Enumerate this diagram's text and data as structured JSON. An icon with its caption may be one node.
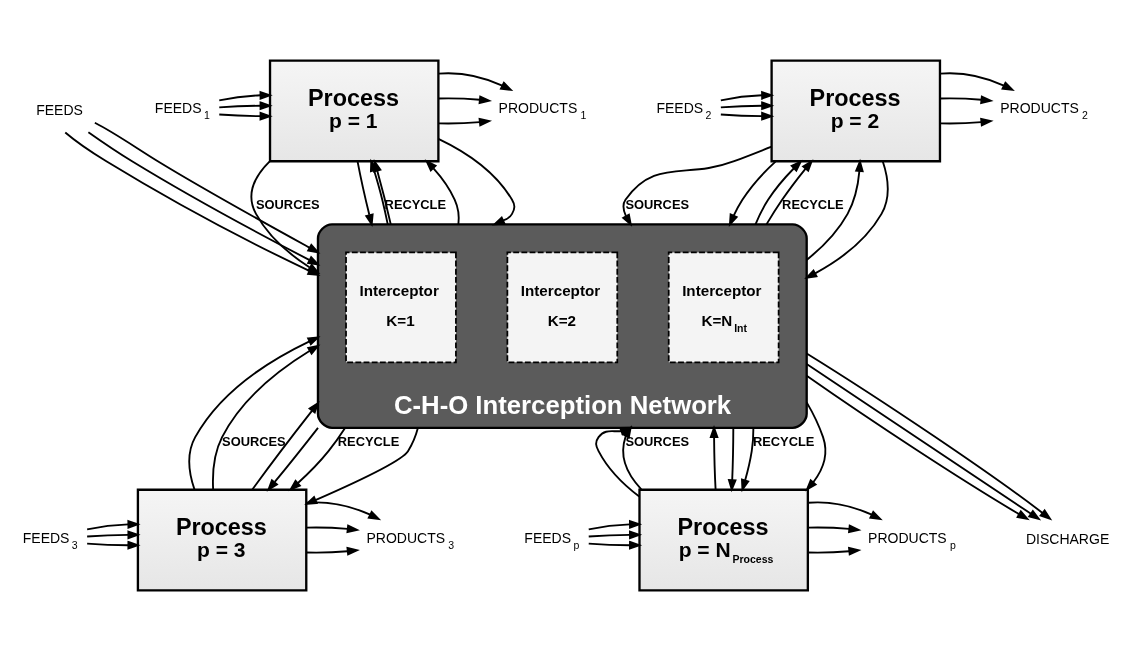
{
  "diagram": {
    "nodes": [
      {
        "text": [
          "Process",
          "p = 1"
        ]
      },
      {
        "text": [
          "FEEDS$_{1}$"
        ]
      },
      {
        "text": [
          "PRODUCTS$_{1}$"
        ]
      },
      {
        "text": [
          "Process",
          "p = 2"
        ]
      },
      {
        "text": [
          "FEEDS$_{2}$"
        ]
      },
      {
        "text": [
          "PRODUCTS$_{2}$"
        ]
      },
      {
        "text": [
          "C-H-O Interception Network"
        ]
      },
      {
        "text": [
          "Interceptor",
          "K=1"
        ],
        "in": 6
      },
      {
        "text": [
          "Interceptor",
          "K=2"
        ],
        "in": 6
      },
      {
        "text": [
          "Interceptor",
          "K=N$_{Int}$"
        ],
        "in": 6
      },
      {
        "text": [
          "FEEDS"
        ]
      },
      {
        "text": [
          "DISCHARGE"
        ]
      },
      {
        "text": [
          "Process",
          "p = 3"
        ]
      },
      {
        "text": [
          "FEEDS$_{3}$"
        ]
      },
      {
        "text": [
          "PRODUCTS$_{3}$"
        ]
      },
      {
        "text": [
          "Process",
          "p = N$_{Process}$"
        ]
      },
      {
        "text": [
          "FEEDS$_{p}$"
        ]
      },
      {
        "text": [
          "PRODUCTS$_{p}$"
        ]
      }
    ],
    "edges": [
      {
        "from": 1,
        "to": 0,
        "arrow": "to"
      },
      {
        "from": 1,
        "to": 0,
        "arrow": "to"
      },
      {
        "from": 1,
        "to": 0,
        "arrow": "to"
      },
      {
        "from": 0,
        "to": 2,
        "arrow": "to"
      },
      {
        "from": 0,
        "to": 2,
        "arrow": "to"
      },
      {
        "from": 0,
        "to": 2,
        "arrow": "to"
      },
      {
        "from": 0,
        "to": 6,
        "arrow": "to"
      },
      {
        "from": 0,
        "to": 6,
        "arrow": "to",
        "label": "SOURCES"
      },
      {
        "from": 0,
        "to": 6,
        "arrow": "to"
      },
      {
        "from": 6,
        "to": 0,
        "arrow": "to"
      },
      {
        "from": 6,
        "to": 0,
        "arrow": "to",
        "label": "RECYCLE"
      },
      {
        "from": 6,
        "to": 0,
        "arrow": "to"
      },
      {
        "from": 4,
        "to": 3,
        "arrow": "to"
      },
      {
        "from": 4,
        "to": 3,
        "arrow": "to"
      },
      {
        "from": 4,
        "to": 3,
        "arrow": "to"
      },
      {
        "from": 3,
        "to": 5,
        "arrow": "to"
      },
      {
        "from": 3,
        "to": 5,
        "arrow": "to"
      },
      {
        "from": 3,
        "to": 5,
        "arrow": "to"
      },
      {
        "from": 3,
        "to": 6,
        "arrow": "to"
      },
      {
        "from": 3,
        "to": 6,
        "arrow": "to",
        "label": "SOURCES"
      },
      {
        "from": 3,
        "to": 6,
        "arrow": "to"
      },
      {
        "from": 6,
        "to": 3,
        "arrow": "to"
      },
      {
        "from": 6,
        "to": 3,
        "arrow": "to",
        "label": "RECYCLE"
      },
      {
        "from": 6,
        "to": 3,
        "arrow": "to"
      },
      {
        "from": 10,
        "to": 6,
        "arrow": "to"
      },
      {
        "from": 10,
        "to": 6,
        "arrow": "to"
      },
      {
        "from": 10,
        "to": 6,
        "arrow": "to"
      },
      {
        "from": 6,
        "to": 11,
        "arrow": "to"
      },
      {
        "from": 6,
        "to": 11,
        "arrow": "to"
      },
      {
        "from": 6,
        "to": 11,
        "arrow": "to"
      },
      {
        "from": 12,
        "to": 6,
        "arrow": "to"
      },
      {
        "from": 12,
        "to": 6,
        "arrow": "to",
        "label": "SOURCES"
      },
      {
        "from": 12,
        "to": 6,
        "arrow": "to"
      },
      {
        "from": 6,
        "to": 12,
        "arrow": "to"
      },
      {
        "from": 6,
        "to": 12,
        "arrow": "to",
        "label": "RECYCLE"
      },
      {
        "from": 6,
        "to": 12,
        "arrow": "to"
      },
      {
        "from": 13,
        "to": 12,
        "arrow": "to"
      },
      {
        "from": 13,
        "to": 12,
        "arrow": "to"
      },
      {
        "from": 13,
        "to": 12,
        "arrow": "to"
      },
      {
        "from": 12,
        "to": 14,
        "arrow": "to"
      },
      {
        "from": 12,
        "to": 14,
        "arrow": "to"
      },
      {
        "from": 12,
        "to": 14,
        "arrow": "to"
      },
      {
        "from": 15,
        "to": 6,
        "arrow": "to"
      },
      {
        "from": 15,
        "to": 6,
        "arrow": "to",
        "label": "SOURCES"
      },
      {
        "from": 15,
        "to": 6,
        "arrow": "to"
      },
      {
        "from": 6,
        "to": 15,
        "arrow": "to"
      },
      {
        "from": 6,
        "to": 15,
        "arrow": "to",
        "label": "RECYCLE"
      },
      {
        "from": 6,
        "to": 15,
        "arrow": "to"
      },
      {
        "from": 16,
        "to": 15,
        "arrow": "to"
      },
      {
        "from": 16,
        "to": 15,
        "arrow": "to"
      },
      {
        "from": 16,
        "to": 15,
        "arrow": "to"
      },
      {
        "from": 15,
        "to": 17,
        "arrow": "to"
      },
      {
        "from": 15,
        "to": 17,
        "arrow": "to"
      },
      {
        "from": 15,
        "to": 17,
        "arrow": "to"
      }
    ]
  }
}
